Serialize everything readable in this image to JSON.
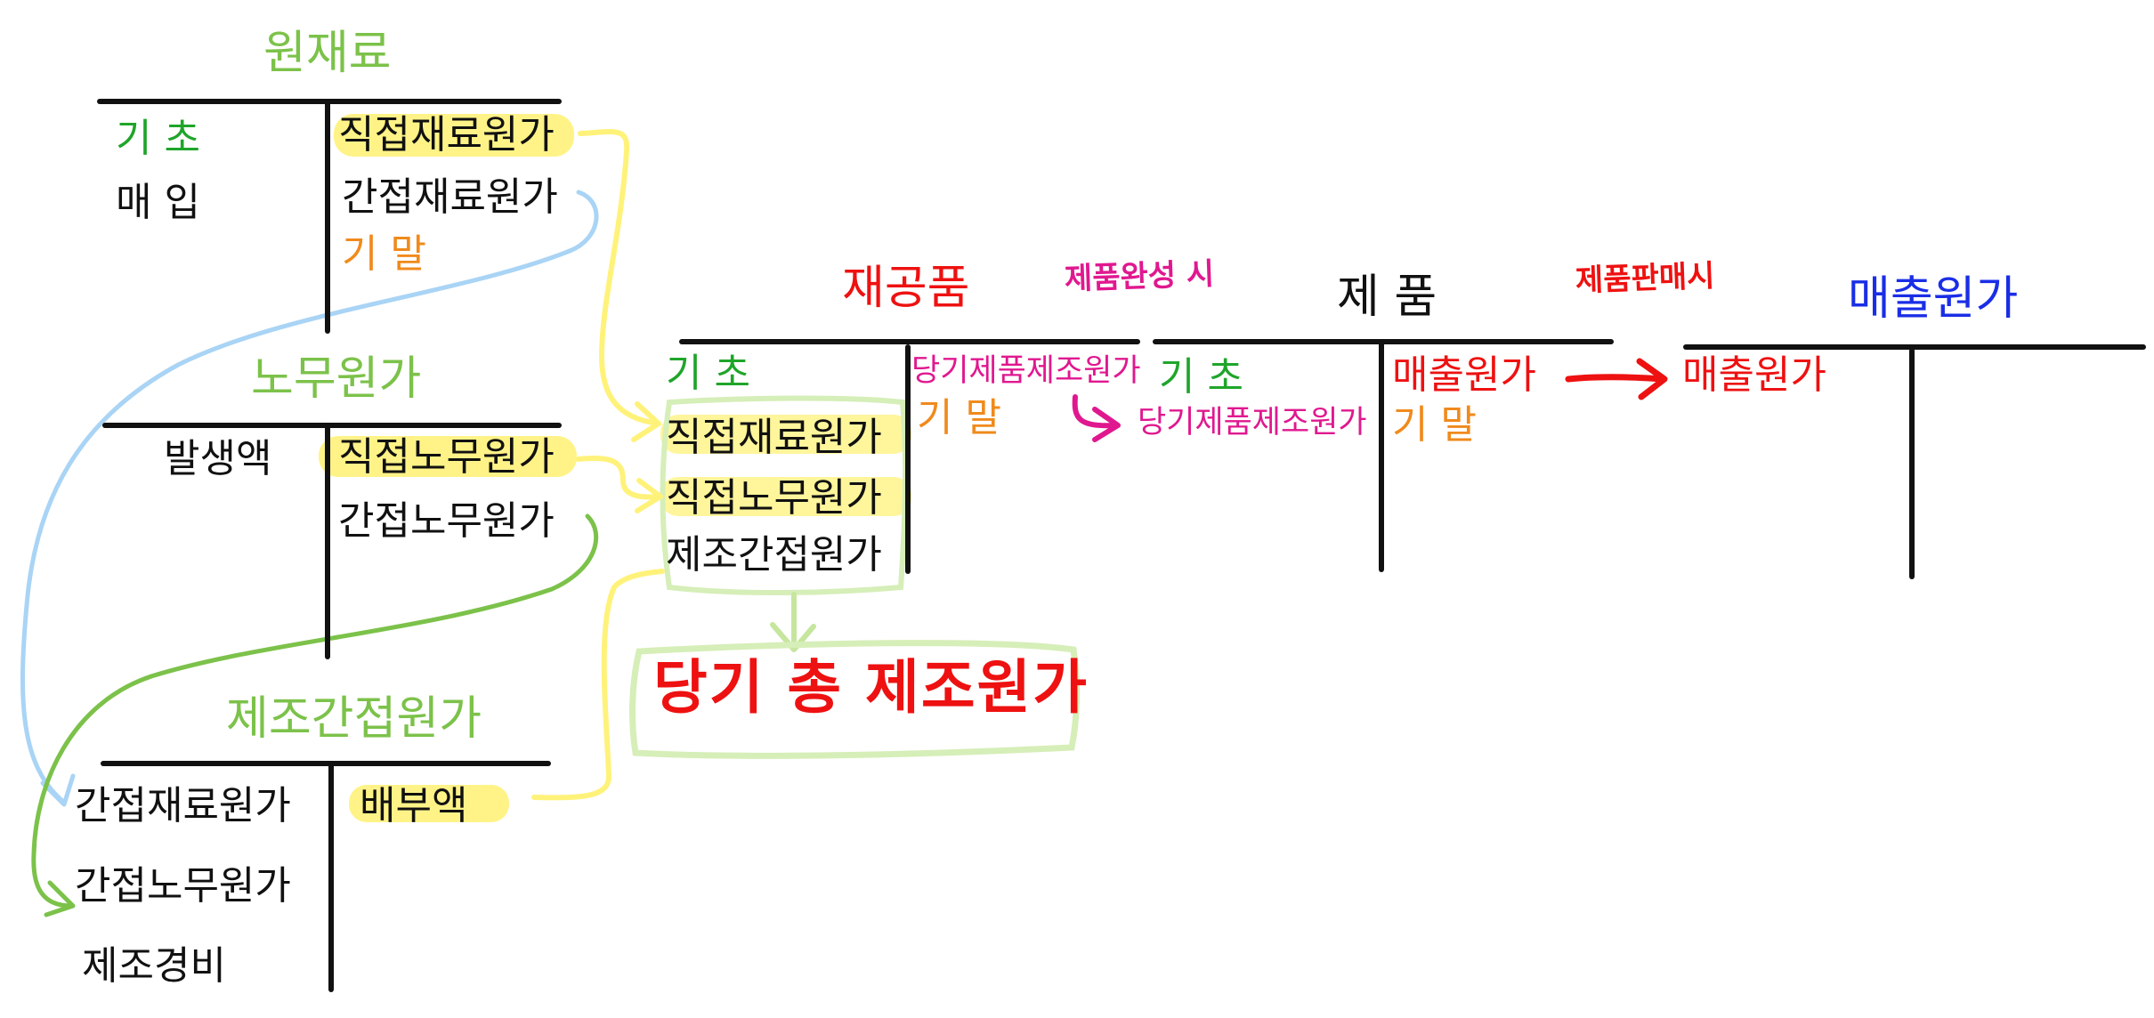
{
  "raw_materials": {
    "title": "원재료",
    "left": [
      "기 초",
      "매 입"
    ],
    "right": [
      "직접재료원가",
      "간접재료원가",
      "기 말"
    ]
  },
  "labor": {
    "title": "노무원가",
    "left": [
      "발생액"
    ],
    "right": [
      "직접노무원가",
      "간접노무원가"
    ]
  },
  "overhead": {
    "title": "제조간접원가",
    "left": [
      "간접재료원가",
      "간접노무원가",
      "제조경비"
    ],
    "right": [
      "배부액"
    ]
  },
  "wip": {
    "title": "재공품",
    "left": [
      "기 초",
      "직접재료원가",
      "직접노무원가",
      "제조간접원가"
    ],
    "right": [
      "당기제품제조원가",
      "기 말"
    ]
  },
  "total": {
    "label": "당기 총 제조원가"
  },
  "finished": {
    "title": "제 품",
    "left": [
      "기 초",
      "당기제품제조원가"
    ],
    "right": [
      "매출원가",
      "기 말"
    ]
  },
  "cogs": {
    "title": "매출원가",
    "left": [
      "매출원가"
    ]
  },
  "notes": {
    "on_completion": "제품완성 시",
    "on_sale": "제품판매시"
  },
  "colors": {
    "opening": "#1fa52a",
    "title": "#7cc24a",
    "closing": "#f08a1c",
    "sale": "#ee1111",
    "transfer": "#e0188f",
    "cogs_title": "#1a2ee6",
    "highlight": "#fff27a",
    "flow_blue": "#a9d4f5",
    "flow_green": "#7cc24a"
  }
}
